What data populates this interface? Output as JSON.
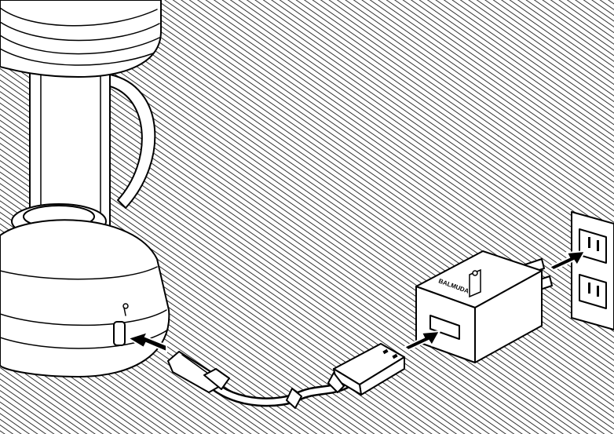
{
  "diagram": {
    "brand_label": "BALMUDA",
    "colors": {
      "line": "#000000",
      "background": "#ffffff"
    },
    "icons": [
      "lantern-base",
      "usb-c-connector",
      "usb-a-connector",
      "usb-power-adapter",
      "wall-outlet",
      "insert-arrow"
    ]
  }
}
